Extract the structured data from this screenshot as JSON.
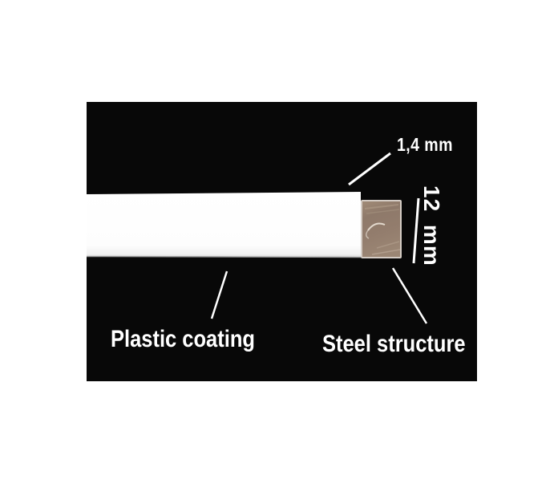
{
  "page": {
    "background_color": "#ffffff"
  },
  "photo": {
    "background_color": "#080808",
    "annotation_color": "#ffffff",
    "strip_color": "#ffffff",
    "steel_face_color": "#927c6c",
    "steel_border_color": "#d4ccc5"
  },
  "annotations": {
    "thickness_label": "1,4 mm",
    "width_label": "12 mm",
    "coating_label": "Plastic coating",
    "steel_label": "Steel structure"
  }
}
